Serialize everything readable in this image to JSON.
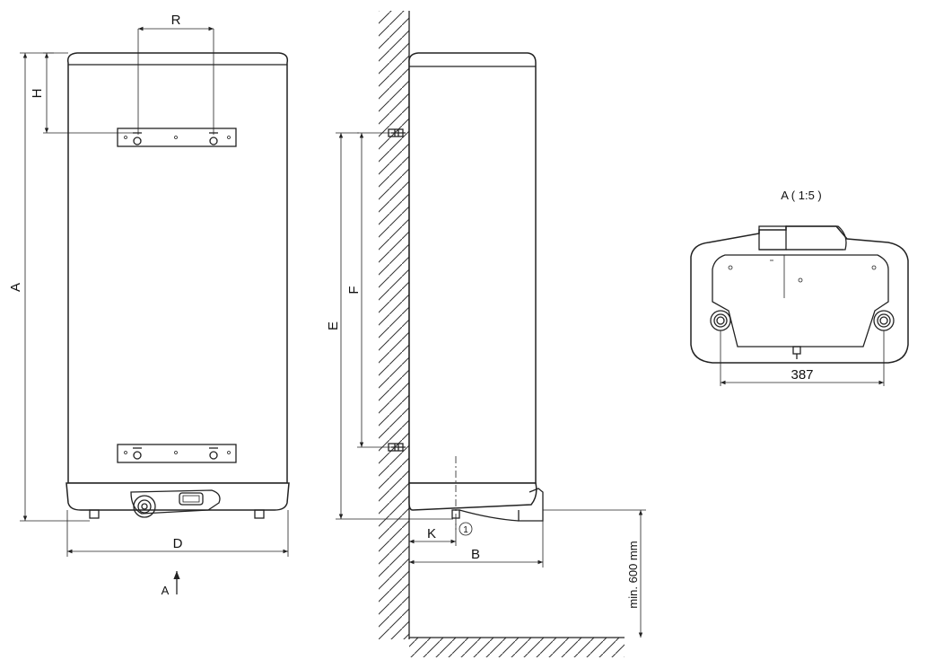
{
  "dimensions": {
    "A": "A",
    "B": "B",
    "D": "D",
    "E": "E",
    "F": "F",
    "H": "H",
    "K": "K",
    "R": "R"
  },
  "view_arrow_label": "A",
  "detail_title": "A ( 1:5 )",
  "detail_dimension": "387",
  "clearance_label": "min. 600 mm",
  "callout_number": "1"
}
